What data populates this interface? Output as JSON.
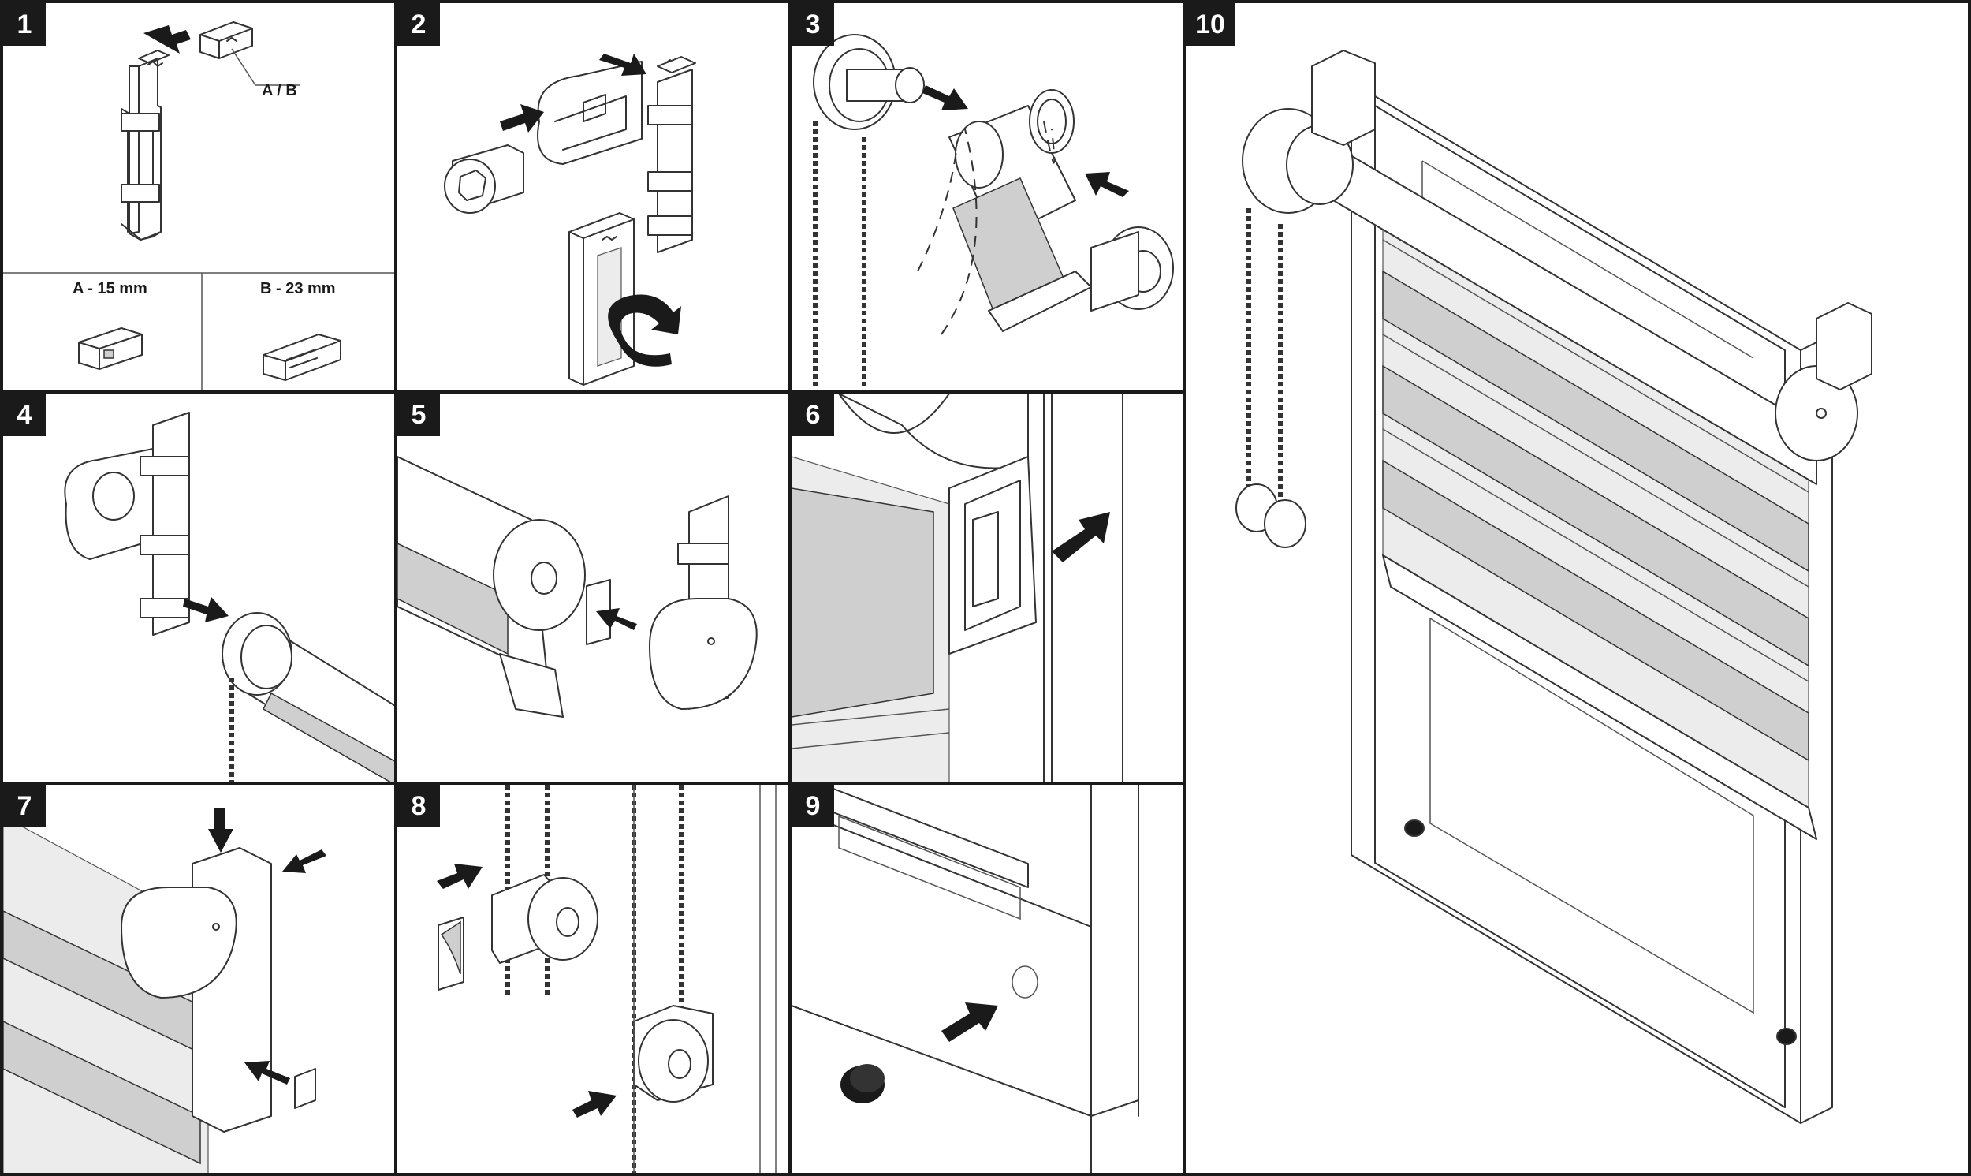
{
  "panels": [
    {
      "id": "1",
      "labels": {
        "variant": "A / B",
        "option_a": "A - 15 mm",
        "option_b": "B - 23 mm"
      }
    },
    {
      "id": "2"
    },
    {
      "id": "3"
    },
    {
      "id": "4"
    },
    {
      "id": "5"
    },
    {
      "id": "6"
    },
    {
      "id": "7"
    },
    {
      "id": "8"
    },
    {
      "id": "9"
    },
    {
      "id": "10"
    }
  ],
  "colors": {
    "line": "#333333",
    "fabric": "#cfcfcf",
    "arrow": "#1a1a1a",
    "badge": "#1a1a1a"
  }
}
